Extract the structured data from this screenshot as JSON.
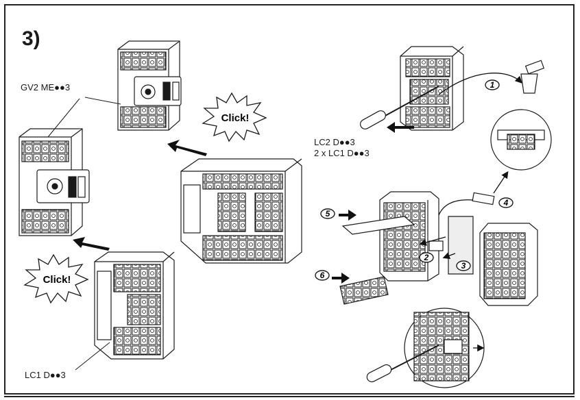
{
  "step": {
    "number": "3)"
  },
  "labels": {
    "gv2": "GV2 ME●●3",
    "lc1": "LC1 D●●3",
    "lc2_line1": "LC2 D●●3",
    "lc2_line2": "2 x LC1 D●●3"
  },
  "callouts": {
    "click_top": "Click!",
    "click_left": "Click!"
  },
  "steps": [
    "1",
    "2",
    "3",
    "4",
    "5",
    "6"
  ],
  "colors": {
    "line": "#1a1a1a",
    "fill": "#ffffff",
    "shade": "#d9d9d9",
    "arrow": "#111111"
  }
}
